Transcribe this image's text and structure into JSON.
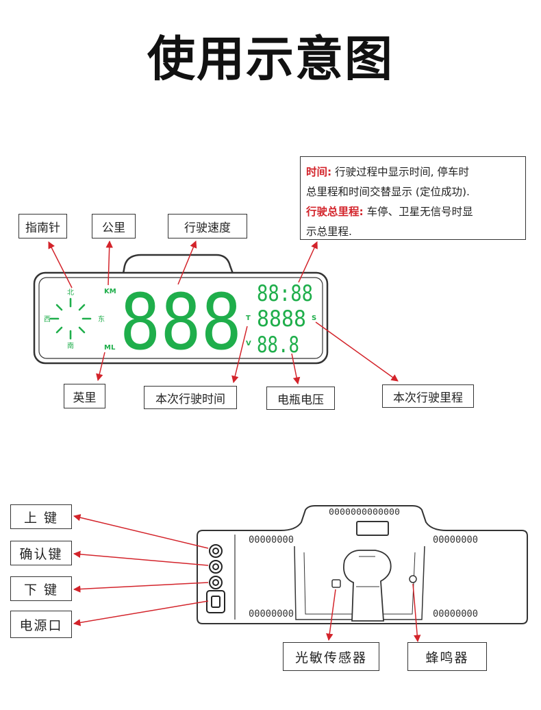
{
  "title": "使用示意图",
  "display": {
    "speed_digits": "888",
    "time_digits": "88:88",
    "mileage_digits": "8888",
    "voltage_digits": "88.8",
    "compass_north": "北",
    "compass_south": "南",
    "compass_east": "东",
    "compass_west": "西",
    "unit_km": "KM",
    "unit_ml": "ML",
    "indicator_t": "T",
    "indicator_s": "S",
    "indicator_v": "V"
  },
  "labels": {
    "compass": "指南针",
    "km": "公里",
    "speed": "行驶速度",
    "miles": "英里",
    "trip_time": "本次行驶时间",
    "battery_voltage": "电瓶电压",
    "trip_mileage": "本次行驶里程"
  },
  "info": {
    "time_title": "时间:",
    "time_text_1": " 行驶过程中显示时间, 停车时",
    "time_text_2": "总里程和时间交替显示 (定位成功).",
    "total_title": "行驶总里程:",
    "total_text_1": " 车停、卫星无信号时显",
    "total_text_2": "示总里程."
  },
  "back_labels": {
    "up_key": "上 键",
    "confirm_key": "确认键",
    "down_key": "下 键",
    "power_port": "电源口",
    "light_sensor": "光敏传感器",
    "buzzer": "蜂鸣器"
  },
  "colors": {
    "segment_green": "#1fae4b",
    "arrow_red": "#d3232a",
    "outline": "#333333"
  }
}
